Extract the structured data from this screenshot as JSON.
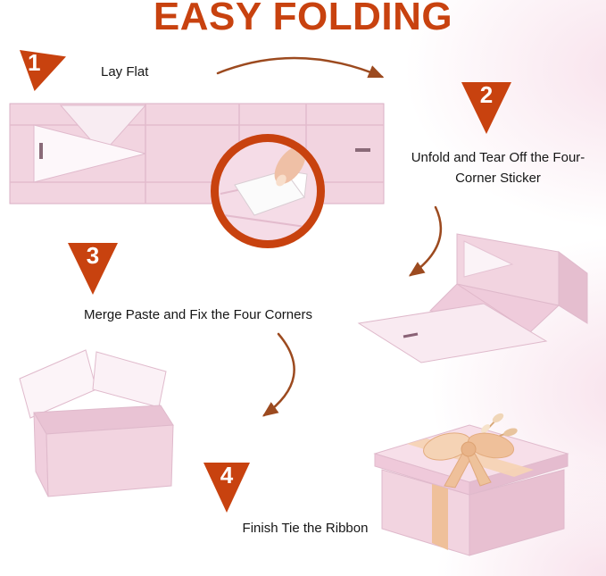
{
  "title": "EASY FOLDING",
  "colors": {
    "accent": "#C8420F",
    "arrow": "#9C4A1F",
    "box_pink": "#F2D4E0",
    "box_pink_dark": "#E5BECF",
    "box_pink_light": "#F9EAF1",
    "flap_white": "#FCF4F8",
    "ribbon": "#F5D3B5",
    "ribbon_dark": "#EFC09A",
    "skin": "#EFC0A6"
  },
  "steps": [
    {
      "number": "1",
      "label": "Lay Flat"
    },
    {
      "number": "2",
      "label": "Unfold and Tear Off the Four-Corner Sticker"
    },
    {
      "number": "3",
      "label": "Merge Paste and Fix the Four Corners"
    },
    {
      "number": "4",
      "label": "Finish Tie the Ribbon"
    }
  ]
}
